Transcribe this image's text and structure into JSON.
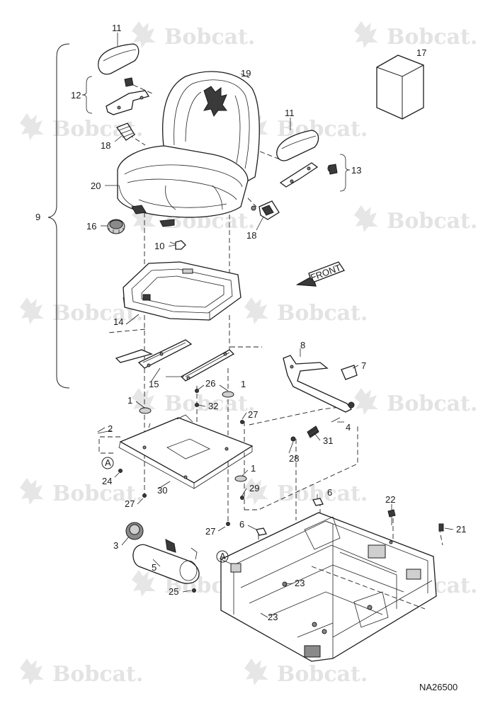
{
  "watermark": {
    "text": "Bobcat."
  },
  "drawing_id": "NA26500",
  "labels": {
    "l1a": "1",
    "l1b": "1",
    "l1c": "1",
    "l2": "2",
    "l3": "3",
    "l4": "4",
    "l5": "5",
    "l6a": "6",
    "l6b": "6",
    "l7": "7",
    "l8": "8",
    "l9": "9",
    "l10": "10",
    "l11a": "11",
    "l11b": "11",
    "l12": "12",
    "l13": "13",
    "l14": "14",
    "l15": "15",
    "l16": "16",
    "l17": "17",
    "l18a": "18",
    "l18b": "18",
    "l19": "19",
    "l20": "20",
    "l21": "21",
    "l22": "22",
    "l23a": "23",
    "l23b": "23",
    "l24": "24",
    "l25": "25",
    "l26": "26",
    "l27a": "27",
    "l27b": "27",
    "l27c": "27",
    "l28": "28",
    "l29": "29",
    "l30": "30",
    "l31": "31",
    "l32": "32",
    "refA1": "A",
    "refA2": "A",
    "front": "FRONT"
  }
}
